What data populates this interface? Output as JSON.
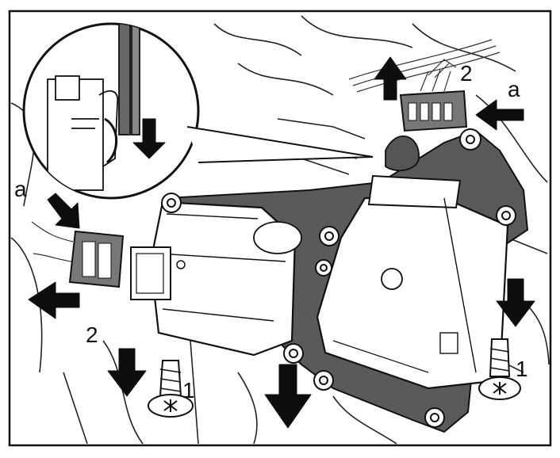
{
  "labels": {
    "connector_tab_right": "a",
    "connector_tab_left": "a",
    "connector_right": "2",
    "connector_left": "2",
    "screw_left": "1",
    "screw_right": "1"
  },
  "colors": {
    "ink": "#111111",
    "bracket": "#5a5a5a",
    "arrow": "#0d0d0d",
    "paper": "#ffffff"
  },
  "icons": [
    "down-arrow-icon",
    "up-arrow-icon",
    "left-arrow-icon",
    "torx-screw-icon"
  ]
}
